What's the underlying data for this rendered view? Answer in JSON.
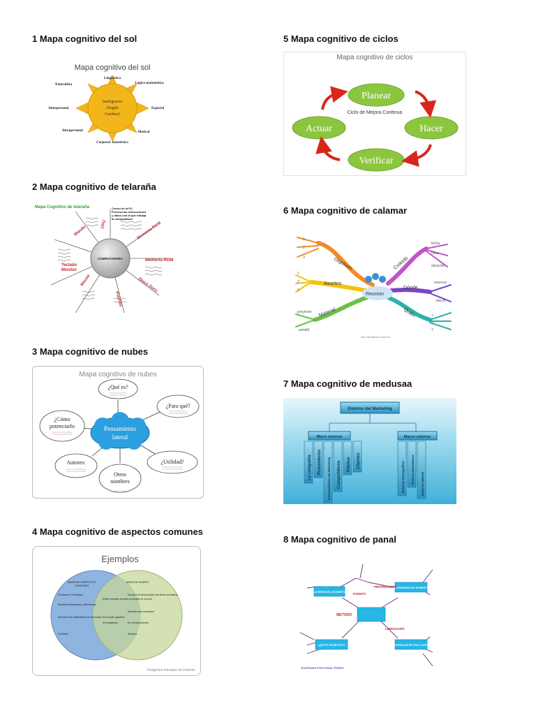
{
  "sections": [
    {
      "heading": "1 Mapa cognitivo del sol"
    },
    {
      "heading": "2 Mapa cognitivo de telaraña"
    },
    {
      "heading": "3 Mapa cognitivo de nubes"
    },
    {
      "heading": "4 Mapa cognitivo de aspectos comunes"
    },
    {
      "heading": "5 Mapa cognitivo de ciclos"
    },
    {
      "heading": "6 Mapa cognitivo de calamar"
    },
    {
      "heading": "7 Mapa cognitivo de medusaa"
    },
    {
      "heading": "8 Mapa cognitivo de panal"
    }
  ],
  "sol": {
    "title": "Mapa cognitivo del sol",
    "center": [
      "Inteligencia",
      "(Según",
      "Gardner)"
    ],
    "rays": [
      "Lingüística",
      "Lógico-matemática",
      "Espacial",
      "Musical",
      "Corporal- kinestésica",
      "Intrapersonal",
      "Interpersonal",
      "Naturalista"
    ]
  },
  "telarana": {
    "title": "Mapa Cognitivo de telaraña",
    "center": "COMPUTADORA",
    "top_note": [
      "Centro de la PC.",
      "Procesa las instrucciones",
      "y datos con la que trabaja",
      "la computadora"
    ],
    "labels": [
      "CPU",
      "Memoria RAM",
      "Memoria ROM",
      "Disco Duro",
      "Puertos",
      "Mouse",
      "Monitor",
      "Teclado",
      "Mando"
    ]
  },
  "nubes": {
    "title": "Mapa cognitivo de nubes",
    "center": [
      "Pensamiento",
      "lateral"
    ],
    "clouds": {
      "que_es": "¿Qué es?",
      "para_que": "¿Para qué?",
      "como": [
        "¿Cómo",
        "potenciarlo"
      ],
      "utilidad": "¿Utilidad?",
      "autores": "Autores:",
      "otros": [
        "Otros",
        "nombres"
      ]
    }
  },
  "comunes": {
    "title": "Ejemplos",
    "left_title": [
      "MAPA DE ASPECTOS",
      "COMUNES"
    ],
    "right_title": "MAPA DE NUBES",
    "left_items": [
      "Compara 2 Conceptos",
      "Muestra semejanzas y Diferencias",
      "Muestra una clasificación de conceptos",
      "Cerrados"
    ],
    "center_items": [
      "Ambos muestran las ideas principales de un tema",
      "Son mapas cognitivos",
      "Son diagramas"
    ],
    "right_items": [
      "Muestra una idea principal y las ideas secundarias",
      "Muestra solo conceptos",
      "No comparaciones",
      "Abiertos"
    ],
    "footer": "Imágenes tomadas de Internet"
  },
  "ciclos": {
    "title": "Mapa cognitivo de ciclos",
    "center": "Ciclo de Mejora Continua",
    "nodes": {
      "planear": "Planear",
      "hacer": "Hacer",
      "verificar": "Verificar",
      "actuar": "Actuar"
    }
  },
  "calamar": {
    "center": "Reunion",
    "arms": {
      "objetivos": "Objetivos",
      "asuntos": "Asuntos",
      "material": "Material",
      "cuando": "Cuándo",
      "donde": "Dónde",
      "quien": "Quién"
    },
    "leaves": {
      "obj": [
        "1",
        "2",
        "3"
      ],
      "asu": [
        "1",
        "2",
        "3"
      ],
      "mat": [
        "proyector",
        "portátil"
      ],
      "cua": [
        "fecha",
        "hora",
        "duración"
      ],
      "don": [
        "reservar",
        "sala A"
      ],
      "qui": [
        "?",
        "?",
        "?"
      ]
    },
    "footer": "http://imagenes.internet"
  },
  "medusa": {
    "root": "Entorno del Marketing",
    "left": "Micro entorno",
    "right": "Macro entorno",
    "left_items": [
      "La compañía",
      "Proveedores",
      "Intermediarios del Marketing",
      "Competidores",
      "Público",
      "Clientes"
    ],
    "right_items": [
      "Entorno Demográfico",
      "Entorno Económico",
      "Entorno Natural"
    ]
  },
  "panal": {
    "center": "METODO",
    "boxes": [
      "LA ORDEN DEL ELEMENTO",
      "PROPIEDADES DEL ELEMENTO",
      "¿QUÉ ES UN METODO?",
      "LENGUAJE DE UNA CLASE"
    ],
    "tags": [
      "EVENTS",
      "PROPIEDADES",
      "LENGUAJES"
    ],
    "footer": "DIAGRAMA POR PANAL PERSO"
  },
  "colors": {
    "sun": "#f2b61b",
    "cycle_node": "#8cc63f",
    "cycle_arrow": "#d9261c",
    "cloud_center": "#2c9fe0",
    "venn_left": "#7aa7db",
    "venn_right": "#c5d79a",
    "medusa_bg": "#6fc3df",
    "panal_box": "#27b6e6"
  }
}
